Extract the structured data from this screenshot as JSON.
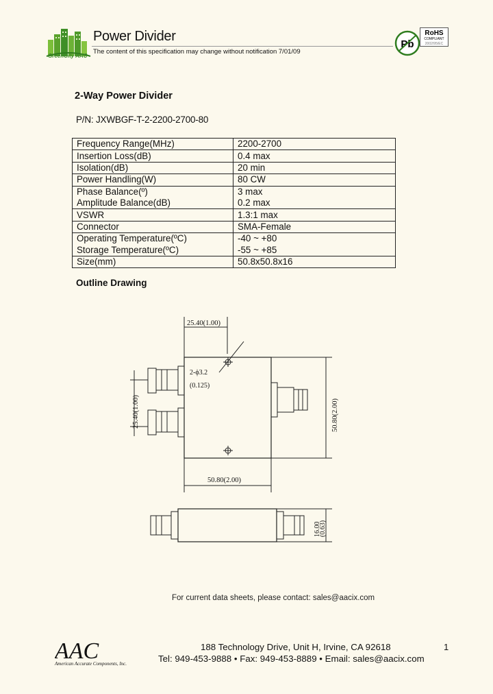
{
  "header": {
    "logo_text": "GreenCity AAC",
    "title": "Power Divider",
    "note": "The content of this specification may change without notification 7/01/09",
    "pb_label": "Pb",
    "rohs_label": "RoHS",
    "rohs_sub": "COMPLIANT",
    "rohs_code": "2002/95/EC"
  },
  "doc": {
    "title": "2-Way Power Divider",
    "part_number": "P/N: JXWBGF-T-2-2200-2700-80"
  },
  "specs": [
    {
      "param": "Frequency Range(MHz)",
      "value": "2200-2700"
    },
    {
      "param": "Insertion Loss(dB)",
      "value": "0.4 max"
    },
    {
      "param": "Isolation(dB)",
      "value": "20 min"
    },
    {
      "param": "Power Handling(W)",
      "value": "80 CW"
    },
    {
      "param": "Phase Balance(º)",
      "value": "3 max"
    },
    {
      "param": "Amplitude Balance(dB)",
      "value": "0.2 max"
    },
    {
      "param": "VSWR",
      "value": "1.3:1 max"
    },
    {
      "param": "Connector",
      "value": "SMA-Female"
    },
    {
      "param": "Operating Temperature(ºC)",
      "value": "-40 ~ +80"
    },
    {
      "param": "Storage Temperature(ºC)",
      "value": "-55 ~ +85"
    },
    {
      "param": "Size(mm)",
      "value": "50.8x50.8x16"
    }
  ],
  "outline": {
    "heading": "Outline Drawing",
    "dim_top": "25.40(1.00)",
    "dim_hole": "2-ϕ3.2",
    "dim_hole_in": "(0.125)",
    "dim_left": "25.40(1.00)",
    "dim_right": "50.80(2.00)",
    "dim_bottom": "50.80(2.00)",
    "dim_side": "16.00",
    "dim_side_in": "(0.63)"
  },
  "footer": {
    "contact": "For current data sheets, please contact: sales@aacix.com",
    "company_logo": "AAC",
    "company_name": "American Accurate Components, Inc.",
    "address": "188 Technology Drive, Unit H, Irvine, CA 92618",
    "phones": "Tel: 949-453-9888 • Fax: 949-453-8889 • Email: sales@aacix.com",
    "page_number": "1"
  }
}
